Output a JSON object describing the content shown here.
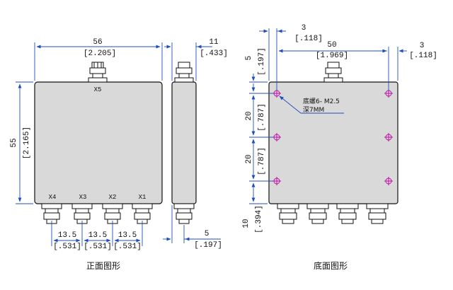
{
  "colors": {
    "body_fill": "#d9d9d9",
    "outline": "#111111",
    "dimension_line": "#1f4fb8",
    "hole": "#b0189a"
  },
  "front_view": {
    "caption": "正面图形",
    "width_mm": "56",
    "width_in": "[2.205]",
    "height_mm": "55",
    "height_in": "[2.165]",
    "input_port": "X5",
    "output_ports": [
      "X4",
      "X3",
      "X2",
      "X1"
    ],
    "pitch_dims": [
      {
        "mm": "13.5",
        "in": "[.531]"
      },
      {
        "mm": "13.5",
        "in": "[.531]"
      },
      {
        "mm": "13.5",
        "in": "[.531]"
      }
    ]
  },
  "side_view": {
    "depth_mm": "11",
    "depth_in": "[.433]",
    "offset_mm": "5",
    "offset_in": "[.197]"
  },
  "bottom_view": {
    "caption": "底面图形",
    "top_offset_mm": "3",
    "top_offset_in": "[.118]",
    "width_mm": "50",
    "width_in": "[1.969]",
    "right_offset_mm": "3",
    "right_offset_in": "[.118]",
    "top_margin_mm": "5",
    "top_margin_in": "[.197]",
    "hole_spacing_1_mm": "20",
    "hole_spacing_1_in": "[.787]",
    "hole_spacing_2_mm": "20",
    "hole_spacing_2_in": "[.787]",
    "bottom_margin_mm": "10",
    "bottom_margin_in": "[.394]",
    "hole_note_line1": "底螺6- M2.5",
    "hole_note_line2": "深7MM"
  }
}
